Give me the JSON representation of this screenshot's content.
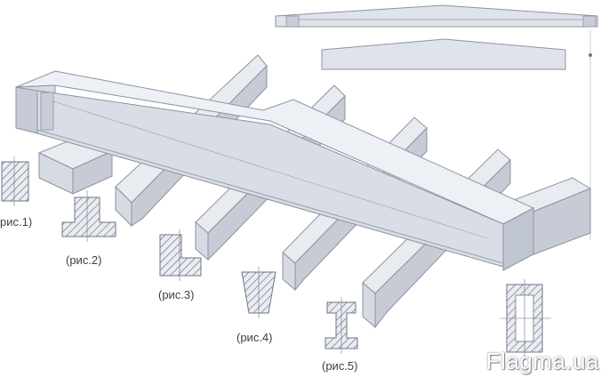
{
  "figure_labels": {
    "fig1": "рис.1)",
    "fig2": "(рис.2)",
    "fig3": "(рис.3)",
    "fig4": "(рис.4)",
    "fig5": "(рис.5)"
  },
  "watermark": "Flagma.ua",
  "colors": {
    "concrete_top": "#e6e9ef",
    "concrete_side": "#d3d7e0",
    "concrete_dark": "#b9bfcb",
    "outline": "#8c93a3",
    "hatch": "#6f7686"
  }
}
